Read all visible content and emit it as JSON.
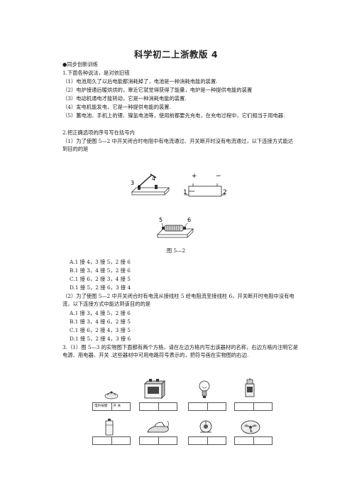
{
  "doc": {
    "title": "科学初二上浙教版 4",
    "section_header": "同步创新训练",
    "q1": {
      "stem": "1.下面各种说法，是对依旧错",
      "items": [
        "（1）电池用久了以后电能都消耗掉了，电池是一种消耗电能的装置.",
        "（2）电炉接通后暖烘烘的，靠近它就觉得获得了能量，电炉是一种提供电能的装置",
        "（3）电动机通电才能转动，它是一种消耗电能的装置.",
        "（4）发电机能发电，它是一种提供电能的装置.",
        "（5）蓄电池、手机上的锂、镍氢电池等，使用前都要先充电，在充电过程中，它们相当于用电器."
      ]
    },
    "q2": {
      "stem": "2.把正确选项的序号写在括号内",
      "sub1": "（1）为了使图 5—2 中开关闭合时电阻中有电流通过、开关断开时没有电流通过，以下连接方式能达到目的的是",
      "figure_caption": "图 5—2",
      "terminal_labels": [
        "3",
        "4",
        "+",
        "−",
        "1",
        "2",
        "5",
        "6"
      ],
      "options1": [
        "A.1 接 4，3 接 5，2 接 6",
        "B.1 接 3，4 接 5，2 接 6",
        "C.1 接 6，2 接 3，4 接 5",
        "D.1 接 5，2 接 6，3 接 4"
      ],
      "sub2": "（2）为了使图 5—2 中开关闭合时有电流从接线柱 5 经电阻流至接线柱 6，开关断开时电阻中没有电流，以下连接方式中能达到该目的的是",
      "options2": [
        "A.1 接 3，4 接 5，2 接 6",
        "B.1 接 3，4 接 6，2 接 5",
        "C.1 接 6，2 接 4，3 接 5",
        "D.1 接 5，2 接 4，3 接 6"
      ]
    },
    "q3": {
      "stem": "3.（1）图 5—3 的实物图下面都有两个方格，请在左边方格内写出该器材的名称，右边方格内注明它是电源、用电器、开关 .这些器材中可用电路符号表示的，把符号画在实物图的右边.",
      "example_box": [
        "电铃按键",
        "开 关"
      ]
    }
  }
}
